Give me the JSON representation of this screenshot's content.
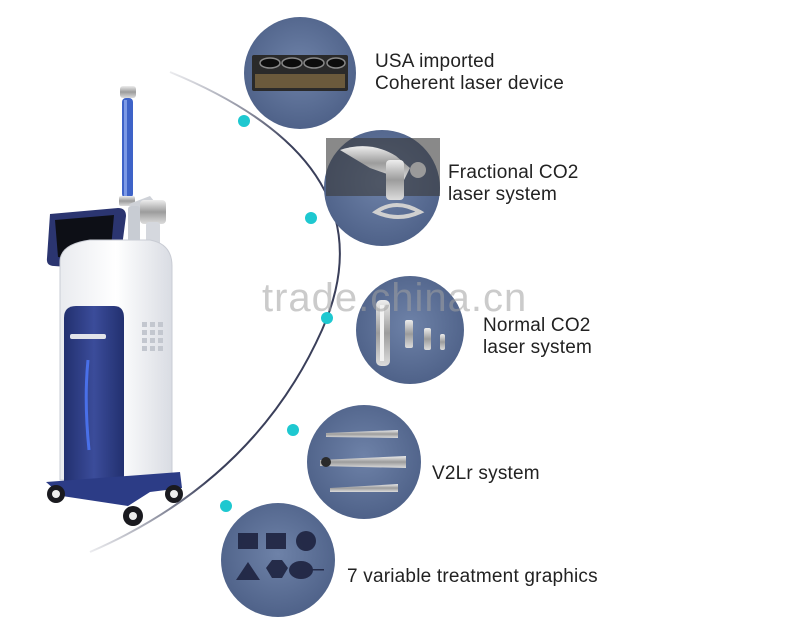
{
  "features": [
    {
      "line1": "USA imported",
      "line2": "Coherent laser device",
      "icon": "laser-device-icon"
    },
    {
      "line1": "Fractional CO2",
      "line2": "laser system",
      "icon": "fractional-handpiece-icon"
    },
    {
      "line1": "Normal CO2",
      "line2": "laser system",
      "icon": "normal-tips-icon"
    },
    {
      "line1": "V2Lr system",
      "line2": "",
      "icon": "v2lr-probes-icon"
    },
    {
      "line1": "7 variable treatment graphics",
      "line2": "",
      "icon": "treatment-graphics-icon"
    }
  ],
  "watermark": "trade.china.cn",
  "colors": {
    "circle_fill": "#5a6f95",
    "dot": "#1ec8d0",
    "arc": "#3a3f5a",
    "machine_blue": "#2c3c86",
    "arm_blue": "#3e63c8"
  }
}
